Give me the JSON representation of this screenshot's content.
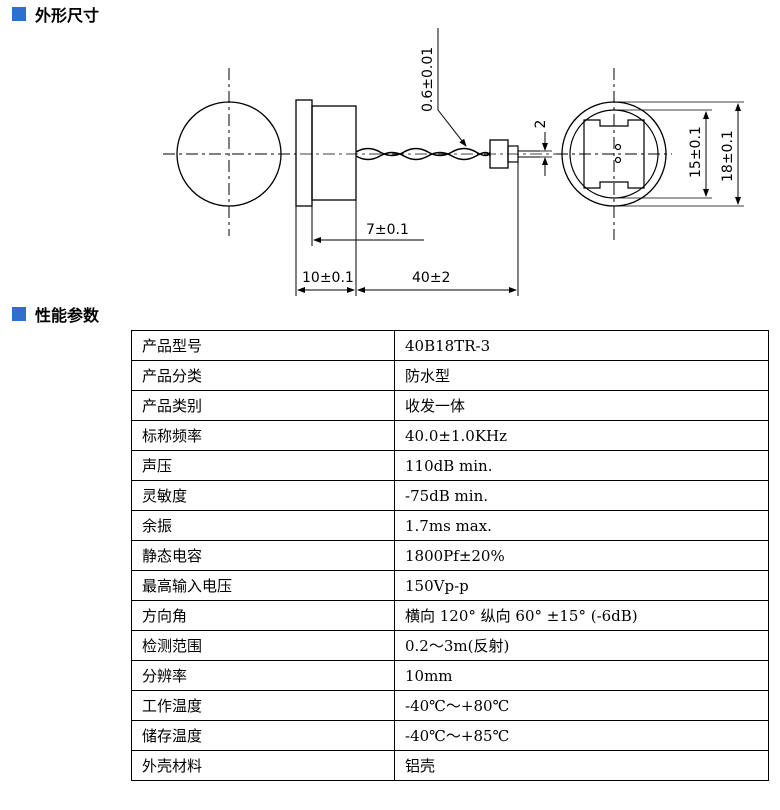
{
  "sections": {
    "dimensions_title": "外形尺寸",
    "params_title": "性能参数"
  },
  "drawing": {
    "dim_cable": "0.6±0.01",
    "dim_pin": "2",
    "dim_inner": "15±0.1",
    "dim_outer": "18±0.1",
    "dim_seven": "7±0.1",
    "dim_ten": "10±0.1",
    "dim_forty": "40±2"
  },
  "params": [
    {
      "label": "产品型号",
      "value": "40B18TR-3"
    },
    {
      "label": "产品分类",
      "value": "防水型"
    },
    {
      "label": "产品类别",
      "value": "收发一体"
    },
    {
      "label": "标称频率",
      "value": "40.0±1.0KHz"
    },
    {
      "label": "声压",
      "value": "110dB min."
    },
    {
      "label": "灵敏度",
      "value": "-75dB min."
    },
    {
      "label": "余振",
      "value": "1.7ms max."
    },
    {
      "label": "静态电容",
      "value": "1800Pf±20%"
    },
    {
      "label": "最高输入电压",
      "value": "150Vp-p"
    },
    {
      "label": "方向角",
      "value": "横向 120° 纵向 60° ±15° (-6dB)"
    },
    {
      "label": "检测范围",
      "value": "0.2～3m(反射)"
    },
    {
      "label": "分辨率",
      "value": "10mm"
    },
    {
      "label": "工作温度",
      "value": "-40℃～+80℃"
    },
    {
      "label": "储存温度",
      "value": "-40℃～+85℃"
    },
    {
      "label": "外壳材料",
      "value": "铝壳"
    }
  ],
  "colors": {
    "section_marker": "#2f6fd0"
  }
}
